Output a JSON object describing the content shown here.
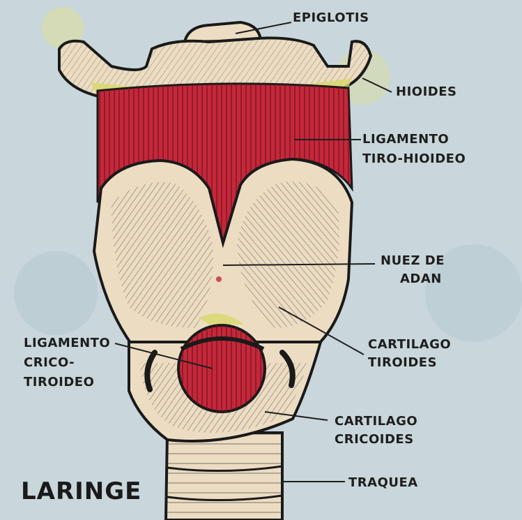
{
  "title": "LARINGE",
  "labels": {
    "epiglotis": "EPIGLOTIS",
    "hioides": "HIOIDES",
    "ligamento_tiro_1": "LIGAMENTO",
    "ligamento_tiro_2": "TIRO-HIOIDEO",
    "nuez_1": "NUEZ DE",
    "nuez_2": "ADAN",
    "cartilago_tiroides_1": "CARTILAGO",
    "cartilago_tiroides_2": "TIROIDES",
    "ligamento_crico_1": "LIGAMENTO",
    "ligamento_crico_2": "CRICO-",
    "ligamento_crico_3": "TIROIDEO",
    "cartilago_cricoides_1": "CARTILAGO",
    "cartilago_cricoides_2": "CRICOIDES",
    "traquea": "TRAQUEA"
  },
  "colors": {
    "background": "#c9d6db",
    "cartilage": "#ecdcc2",
    "muscle": "#c4283a",
    "bone_tint": "#d8d86a",
    "outline": "#1a1a1a",
    "ink": "#1e1e1e"
  }
}
